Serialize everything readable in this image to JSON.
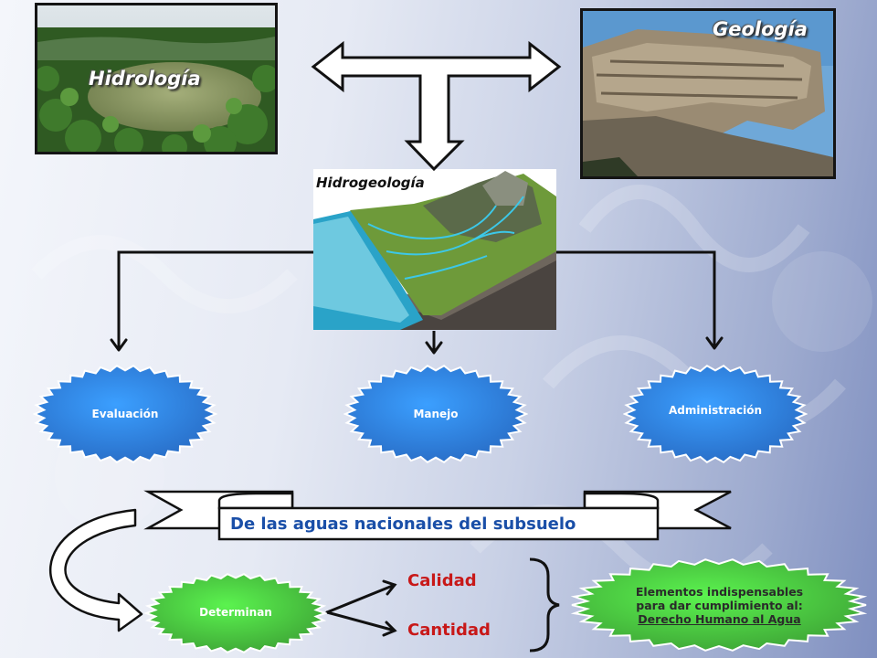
{
  "photos": {
    "hidrologia": {
      "title": "Hidrología"
    },
    "geologia": {
      "title": "Geología"
    },
    "hidrogeologia": {
      "title": "Hidrogeología"
    }
  },
  "functions": {
    "evaluacion": "Evaluación",
    "manejo": "Manejo",
    "administracion": "Administración"
  },
  "banner": {
    "text": "De las aguas nacionales del subsuelo"
  },
  "determinan": {
    "label": "Determinan"
  },
  "results": {
    "calidad": "Calidad",
    "cantidad": "Cantidad"
  },
  "elementos": {
    "line1": "Elementos indispensables",
    "line2": "para dar cumplimiento al:",
    "line3": "Derecho Humano al Agua"
  },
  "colors": {
    "burst_blue": "#2f7fe8",
    "burst_green": "#49c23f",
    "banner_text": "#1a4fa8",
    "result_text": "#c81818"
  }
}
